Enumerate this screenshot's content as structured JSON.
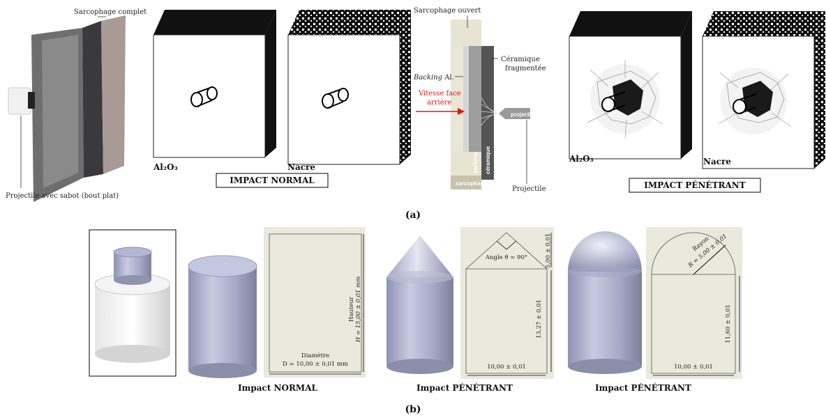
{
  "panel_a": {
    "label": "(a)",
    "sarcophage_complet": "Sarcophage complet",
    "projectile_sabot": "Projectile avec sabot (bout plat)",
    "normal": {
      "left_material": "Al₂O₃",
      "right_material": "Nacre",
      "caption": "IMPACT NORMAL"
    },
    "schematic": {
      "sarcophage_ouvert": "Sarcophage ouvert",
      "ceramique_fragmentee_1": "Céramique",
      "ceramique_fragmentee_2": "fragmentée",
      "backing_al_italic": "Backing",
      "backing_al_rest": " Al.",
      "vitesse_1": "Vitesse face",
      "vitesse_2": "arrière",
      "projectile_box": "projectile",
      "backing_text": "backing",
      "ceramique_text": "céramique",
      "sarcophage_box": "sarcophage",
      "projectile_label": "Projectile"
    },
    "penetrant": {
      "left_material": "Al₂O₃",
      "right_material": "Nacre",
      "caption": "IMPACT PÉNÉTRANT"
    }
  },
  "panel_b": {
    "label": "(b)",
    "normal": {
      "caption": "Impact NORMAL",
      "hauteur": "Hauteur",
      "hauteur_value": "H = 15,00 ± 0,01 mm",
      "diametre": "Diamètre",
      "diametre_value": "D = 10,00 ± 0,01 mm"
    },
    "conique": {
      "caption": "Impact PÉNÉTRANT",
      "angle": "Angle θ = 90°",
      "top_height": "5,00 ± 0,01",
      "body_height": "13,27 ± 0,01",
      "width": "10,00 ± 0,01"
    },
    "hemispherique": {
      "caption": "Impact PÉNÉTRANT",
      "rayon": "Rayon",
      "rayon_value": "R = 5,00 ± 0,01",
      "body_height": "11,60 ± 0,01",
      "width": "10,00 ± 0,01"
    }
  }
}
